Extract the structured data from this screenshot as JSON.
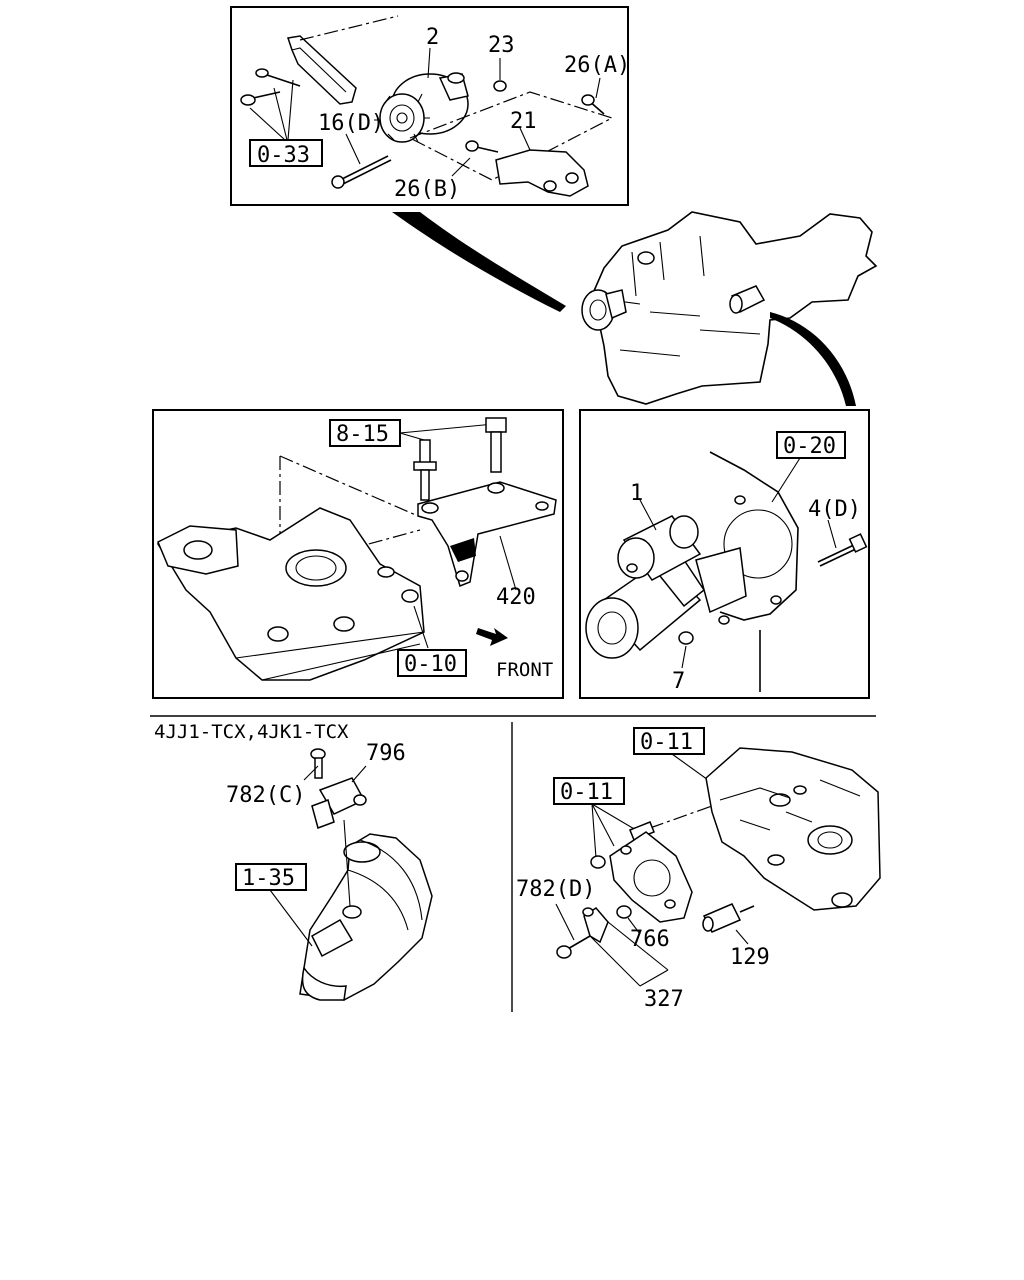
{
  "top_panel": {
    "labels": {
      "p2": "2",
      "p23": "23",
      "p26a": "26(A)",
      "p16d": "16(D)",
      "p21": "21",
      "p26b": "26(B)"
    },
    "ref_box": "0-33"
  },
  "middle_left_panel": {
    "ref_box_top": "8-15",
    "labels": {
      "p420": "420",
      "front": "FRONT"
    },
    "ref_box_bottom": "0-10"
  },
  "middle_right_panel": {
    "ref_box": "0-20",
    "labels": {
      "p1": "1",
      "p4d": "4(D)",
      "p7": "7"
    }
  },
  "bottom_left_section": {
    "engine_caption": "4JJ1-TCX,4JK1-TCX",
    "labels": {
      "p796": "796",
      "p782c": "782(C)"
    },
    "ref_box": "1-35"
  },
  "bottom_right_section": {
    "ref_box_top": "0-11",
    "ref_box_mid": "0-11",
    "labels": {
      "p782d": "782(D)",
      "p766": "766",
      "p129": "129",
      "p327": "327"
    }
  }
}
